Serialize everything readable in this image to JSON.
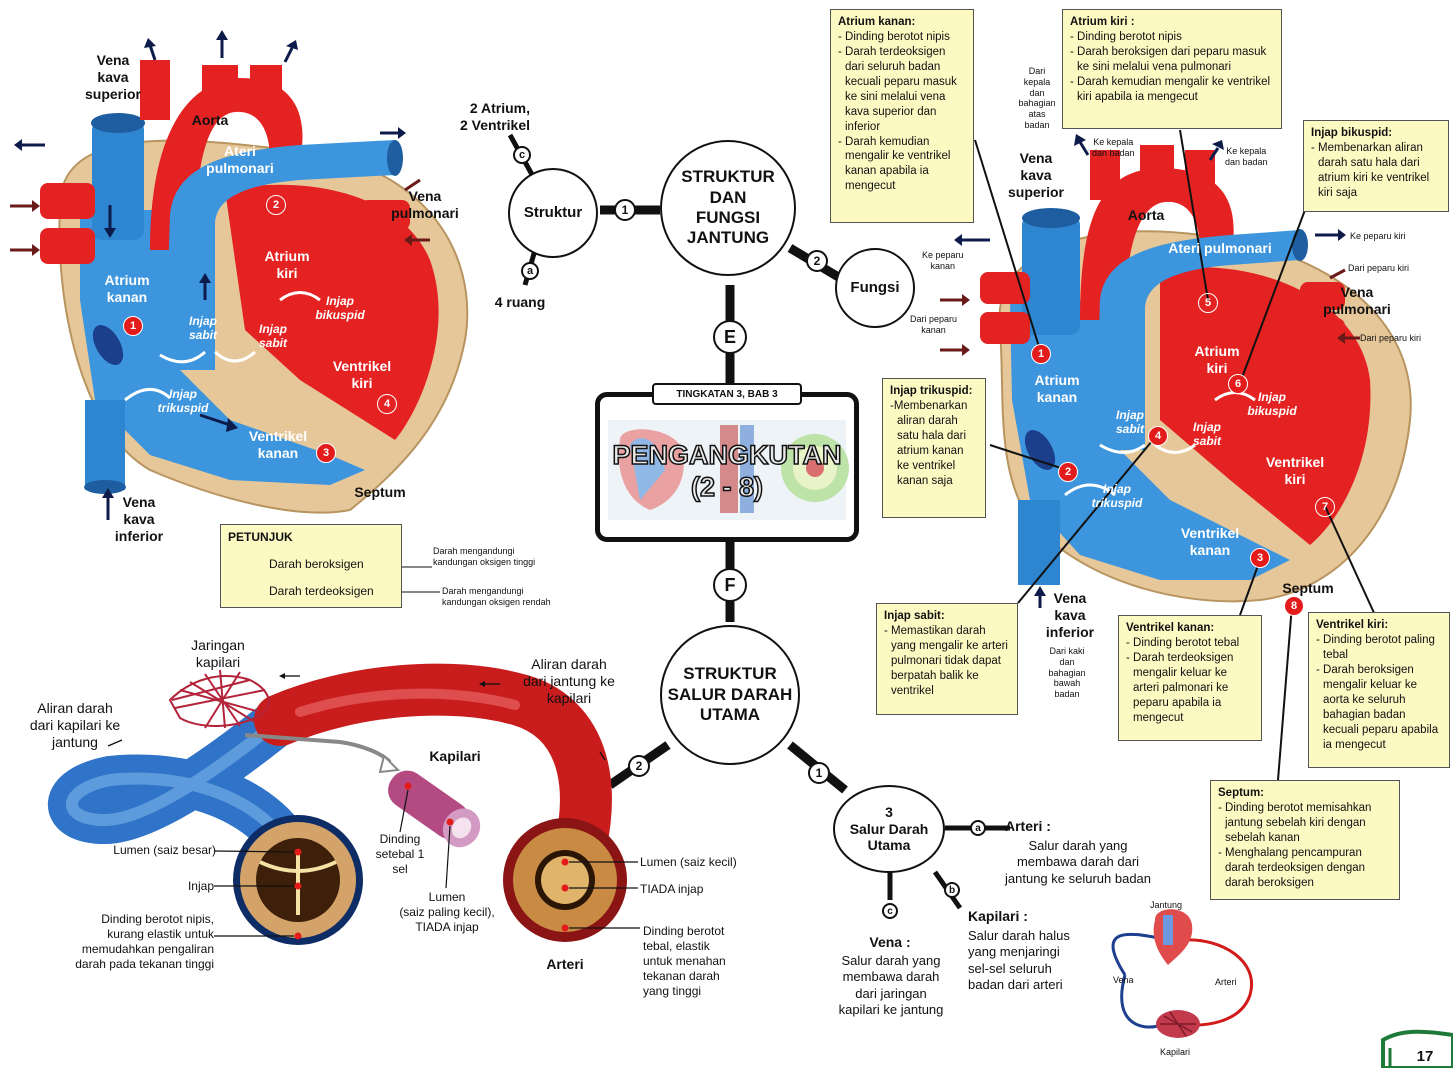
{
  "center": {
    "header": "TINGKATAN 3, BAB 3",
    "title": "PENGANGKUTAN",
    "subtitle": "(2 - 8)",
    "letter_e": "E",
    "letter_f": "F"
  },
  "heart_node": {
    "title": "STRUKTUR\nDAN\nFUNGSI\nJANTUNG",
    "struktur": "Struktur",
    "fungsi": "Fungsi",
    "badge1": "1",
    "badge2": "2",
    "struktur_a_badge": "a",
    "struktur_a_text": "4 ruang",
    "struktur_c_badge": "c",
    "struktur_c_text": "2 Atrium,\n2 Ventrikel"
  },
  "vessel_node": {
    "title": "STRUKTUR\nSALUR DARAH\nUTAMA",
    "badge1": "1",
    "badge2": "2",
    "salur_node": "3\nSalur Darah\nUtama",
    "a_badge": "a",
    "arteri_head": "Arteri :",
    "arteri_text": "Salur darah yang\nmembawa darah dari\njantung ke seluruh badan",
    "b_badge": "b",
    "kapilari_head": "Kapilari :",
    "kapilari_text": "Salur darah halus\nyang menjaringi\nsel-sel seluruh\nbadan dari arteri",
    "c_badge": "c",
    "vena_head": "Vena :",
    "vena_text": "Salur darah yang\nmembawa darah\ndari jaringan\nkapilari ke jantung",
    "circ_jantung": "Jantung",
    "circ_vena": "Vena",
    "circ_arteri": "Arteri",
    "circ_kapilari": "Kapilari"
  },
  "left_heart": {
    "vena_kava_superior": "Vena\nkava\nsuperior",
    "aorta": "Aorta",
    "ateri_pulmonari": "Ateri\npulmonari",
    "vena_pulmonari": "Vena\npulmonari",
    "atrium_kanan": "Atrium\nkanan",
    "atrium_kiri": "Atrium\nkiri",
    "injap_sabit_1": "Injap\nsabit",
    "injap_sabit_2": "Injap\nsabit",
    "injap_bikuspid": "Injap\nbikuspid",
    "injap_trikuspid": "Injap\ntrikuspid",
    "ventrikel_kanan": "Ventrikel\nkanan",
    "ventrikel_kiri": "Ventrikel\nkiri",
    "septum": "Septum",
    "vena_kava_inferior": "Vena\nkava\ninferior",
    "n1": "1",
    "n2": "2",
    "n3": "3",
    "n4": "4"
  },
  "legend": {
    "title": "PETUNJUK",
    "oxy": "Darah beroksigen",
    "deoxy": "Darah terdeoksigen",
    "oxy_note": "Darah mengandungi\nkandungan oksigen tinggi",
    "deoxy_note": "Darah mengandungi\nkandungan oksigen rendah",
    "oxy_color": "#0d1b4a",
    "deoxy_color": "#6b1a1a"
  },
  "right_heart": {
    "dari_kepala": "Dari\nkepala\ndan\nbahagian\natas\nbadan",
    "vena_kava_superior": "Vena\nkava\nsuperior",
    "ke_kepala_1": "Ke kepala\ndan badan",
    "ke_kepala_2": "Ke kepala\ndan badan",
    "aorta": "Aorta",
    "ateri_pulmonari": "Ateri pulmonari",
    "ke_peparu_kanan": "Ke peparu\nkanan",
    "dari_peparu_kanan": "Dari peparu\nkanan",
    "ke_peparu_kiri": "Ke peparu kiri",
    "dari_peparu_kiri_1": "Dari peparu kiri",
    "dari_peparu_kiri_2": "Dari peparu kiri",
    "vena_pulmonari": "Vena\npulmonari",
    "atrium_kanan": "Atrium\nkanan",
    "atrium_kiri": "Atrium\nkiri",
    "injap_sabit_1": "Injap\nsabit",
    "injap_sabit_2": "Injap\nsabit",
    "injap_bikuspid": "Injap\nbikuspid",
    "injap_trikuspid": "Injap\ntrikuspid",
    "ventrikel_kanan": "Ventrikel\nkanan",
    "ventrikel_kiri": "Ventrikel\nkiri",
    "septum": "Septum",
    "vena_kava_inferior": "Vena\nkava\ninferior",
    "dari_kaki": "Dari kaki\ndan\nbahagian\nbawah\nbadan",
    "n1": "1",
    "n2": "2",
    "n3": "3",
    "n4": "4",
    "n5": "5",
    "n6": "6",
    "n7": "7",
    "n8": "8"
  },
  "notes": {
    "atrium_kanan": {
      "head": "Atrium kanan:",
      "items": [
        "- Dinding berotot nipis",
        "- Darah terdeoksigen dari seluruh badan kecuali peparu masuk ke sini melalui vena kava superior dan inferior",
        "- Darah kemudian mengalir ke ventrikel kanan apabila ia mengecut"
      ]
    },
    "atrium_kiri": {
      "head": "Atrium kiri :",
      "items": [
        "- Dinding berotot nipis",
        "- Darah beroksigen dari peparu masuk ke sini melalui vena pulmonari",
        "- Darah kemudian mengalir ke ventrikel kiri apabila ia mengecut"
      ]
    },
    "injap_bikuspid": {
      "head": "Injap bikuspid:",
      "items": [
        "- Membenarkan aliran darah satu hala dari atrium kiri ke ventrikel kiri saja"
      ]
    },
    "injap_trikuspid": {
      "head": "Injap trikuspid:",
      "items": [
        "-Membenarkan aliran darah satu hala dari atrium kanan ke ventrikel kanan saja"
      ]
    },
    "injap_sabit": {
      "head": "Injap sabit:",
      "items": [
        "- Memastikan darah yang mengalir ke arteri pulmonari tidak dapat berpatah balik ke ventrikel"
      ]
    },
    "ventrikel_kanan": {
      "head": "Ventrikel kanan:",
      "items": [
        "- Dinding berotot tebal",
        "- Darah terdeoksigen mengalir keluar ke arteri palmonari ke peparu apabila ia mengecut"
      ]
    },
    "ventrikel_kiri": {
      "head": "Ventrikel kiri:",
      "items": [
        "- Dinding berotot paling tebal",
        "- Darah beroksigen mengalir keluar ke aorta ke seluruh bahagian badan kecuali peparu apabila ia mengecut"
      ]
    },
    "septum": {
      "head": "Septum:",
      "items": [
        "- Dinding berotot memisahkan jantung sebelah kiri dengan sebelah kanan",
        "- Menghalang pencampuran darah terdeoksigen dengan darah beroksigen"
      ]
    }
  },
  "vessels": {
    "jaringan_kapilari": "Jaringan\nkapilari",
    "aliran_kapilari_jantung": "Aliran darah\ndari kapilari ke\njantung",
    "aliran_jantung_kapilari": "Aliran darah\ndari jantung ke\nkapilari",
    "kapilari": "Kapilari",
    "dinding_sel": "Dinding\nsetebal 1\nsel",
    "lumen_kapilari": "Lumen\n(saiz paling kecil),\nTIADA injap",
    "lumen_besar": "Lumen (saiz besar)",
    "injap": "Injap",
    "dinding_vena": "Dinding berotot nipis,\nkurang elastik untuk\nmemudahkan pengaliran\ndarah pada tekanan tinggi",
    "lumen_kecil": "Lumen (saiz kecil)",
    "tiada_injap": "TIADA injap",
    "dinding_arteri": "Dinding berotot\ntebal, elastik\nuntuk menahan\ntekanan darah\nyang tinggi",
    "arteri": "Arteri"
  },
  "page_number": "17"
}
